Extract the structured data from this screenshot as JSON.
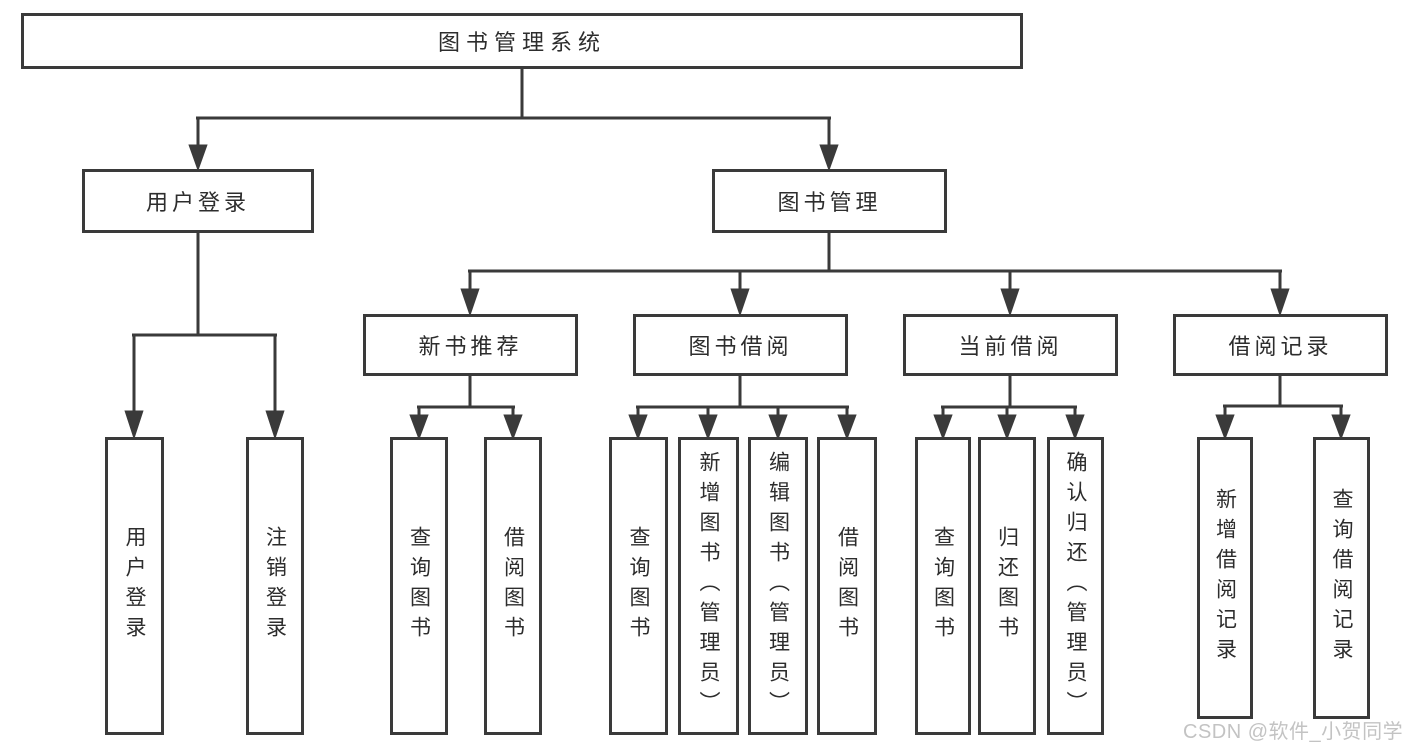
{
  "diagram": {
    "root": "图书管理系统",
    "branches": [
      {
        "label": "用户登录",
        "children": [
          "用户登录",
          "注销登录"
        ]
      },
      {
        "label": "图书管理",
        "children": [
          {
            "label": "新书推荐",
            "children": [
              "查询图书",
              "借阅图书"
            ]
          },
          {
            "label": "图书借阅",
            "children": [
              "查询图书",
              "新增图书（管理员）",
              "编辑图书（管理员）",
              "借阅图书"
            ]
          },
          {
            "label": "当前借阅",
            "children": [
              "查询图书",
              "归还图书",
              "确认归还（管理员）"
            ]
          },
          {
            "label": "借阅记录",
            "children": [
              "新增借阅记录",
              "查询借阅记录"
            ]
          }
        ]
      }
    ]
  },
  "watermark": "CSDN @软件_小贺同学",
  "colors": {
    "line": "#3a3a3a",
    "text": "#2d2d2d",
    "watermark": "#c3c3c3",
    "background": "#ffffff"
  }
}
